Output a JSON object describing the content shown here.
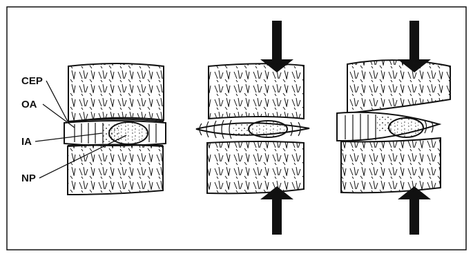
{
  "diagram": {
    "labels": {
      "cep": "CEP",
      "oa": "OA",
      "ia": "IA",
      "np": "NP"
    },
    "states": [
      {
        "name": "neutral",
        "compressed": false
      },
      {
        "name": "axial-compression",
        "compressed": true
      },
      {
        "name": "tilted-compression",
        "compressed": true
      }
    ],
    "colors": {
      "line": "#111111",
      "fill": "#ffffff",
      "arrow": "#111111"
    },
    "icons": {
      "arrow_down": "down-arrow-icon",
      "arrow_up": "up-arrow-icon"
    }
  }
}
